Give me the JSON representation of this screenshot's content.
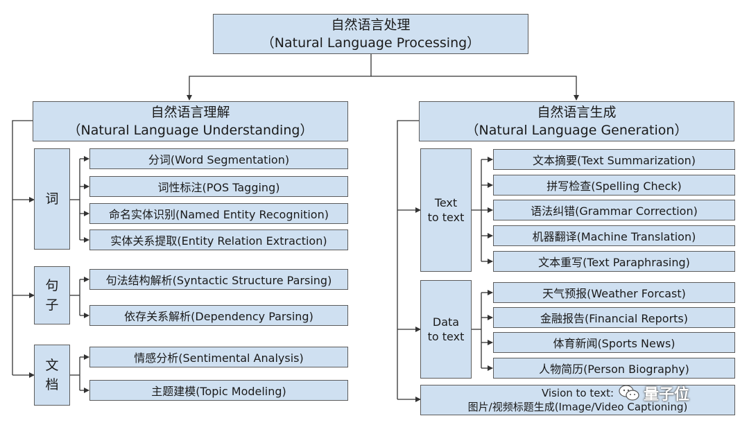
{
  "root": {
    "zh": "自然语言处理",
    "en": "（Natural Language Processing）"
  },
  "nlu": {
    "zh": "自然语言理解",
    "en": "（Natural Language Understanding）",
    "groups": [
      {
        "label": "词",
        "items": [
          "分词(Word Segmentation)",
          "词性标注(POS Tagging)",
          "命名实体识别(Named Entity Recognition)",
          "实体关系提取(Entity Relation Extraction)"
        ]
      },
      {
        "label_line1": "句",
        "label_line2": "子",
        "items": [
          "句法结构解析(Syntactic Structure Parsing)",
          "依存关系解析(Dependency Parsing)"
        ]
      },
      {
        "label_line1": "文",
        "label_line2": "档",
        "items": [
          "情感分析(Sentimental Analysis)",
          "主题建模(Topic Modeling)"
        ]
      }
    ]
  },
  "nlg": {
    "zh": "自然语言生成",
    "en": "（Natural Language Generation）",
    "groups": [
      {
        "label_line1": "Text",
        "label_line2": "to text",
        "items": [
          "文本摘要(Text Summarization)",
          "拼写检查(Spelling Check)",
          "语法纠错(Grammar Correction)",
          "机器翻译(Machine Translation)",
          "文本重写(Text Paraphrasing)"
        ]
      },
      {
        "label_line1": "Data",
        "label_line2": "to text",
        "items": [
          "天气预报(Weather Forcast)",
          "金融报告(Financial Reports)",
          "体育新闻(Sports News)",
          "人物简历(Person Biography)"
        ]
      }
    ],
    "vision": {
      "line1": "Vision to text:",
      "line2": "图片/视频标题生成(Image/Video Captioning)"
    }
  },
  "watermark": {
    "text": "量子位",
    "icon": "wechat-icon"
  }
}
